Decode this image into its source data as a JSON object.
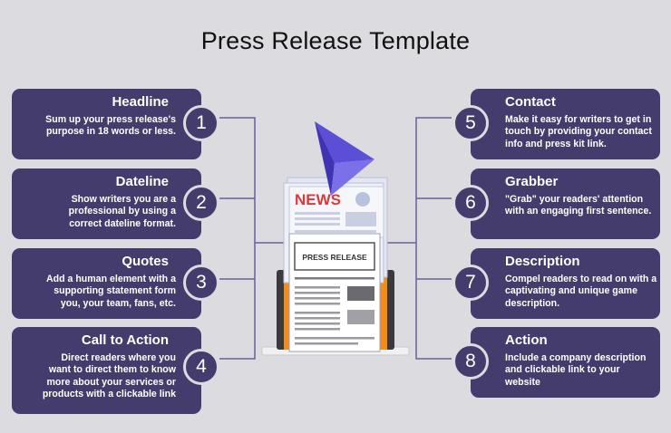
{
  "title": "Press Release Template",
  "left_cards": [
    {
      "number": "1",
      "heading": "Headline",
      "text": "Sum up your press release's purpose in 18 words or less."
    },
    {
      "number": "2",
      "heading": "Dateline",
      "text": "Show writers you are a professional by using a correct dateline format."
    },
    {
      "number": "3",
      "heading": "Quotes",
      "text": "Add a human element with a supporting statement form you, your team, fans, etc."
    },
    {
      "number": "4",
      "heading": "Call to Action",
      "text": "Direct readers where you want to direct them to know more about your services or products with a clickable link"
    }
  ],
  "right_cards": [
    {
      "number": "5",
      "heading": "Contact",
      "text": "Make it easy for writers to get in touch by providing your contact info and press kit link."
    },
    {
      "number": "6",
      "heading": "Grabber",
      "text": "\"Grab\" your readers' attention with an engaging first sentence."
    },
    {
      "number": "7",
      "heading": "Description",
      "text": "Compel readers to read on with a captivating and unique game description."
    },
    {
      "number": "8",
      "heading": "Action",
      "text": "Include a company description and clickable link to your website"
    }
  ],
  "illustration": {
    "news_label": "NEWS",
    "press_label": "PRESS RELEASE"
  },
  "colors": {
    "card": "#443c6c",
    "background": "#dcdbe0",
    "connector": "#6a5d9c",
    "accent_orange": "#f28c1b",
    "news_red": "#d83a3a",
    "plane_purple": "#5b4fd8"
  }
}
